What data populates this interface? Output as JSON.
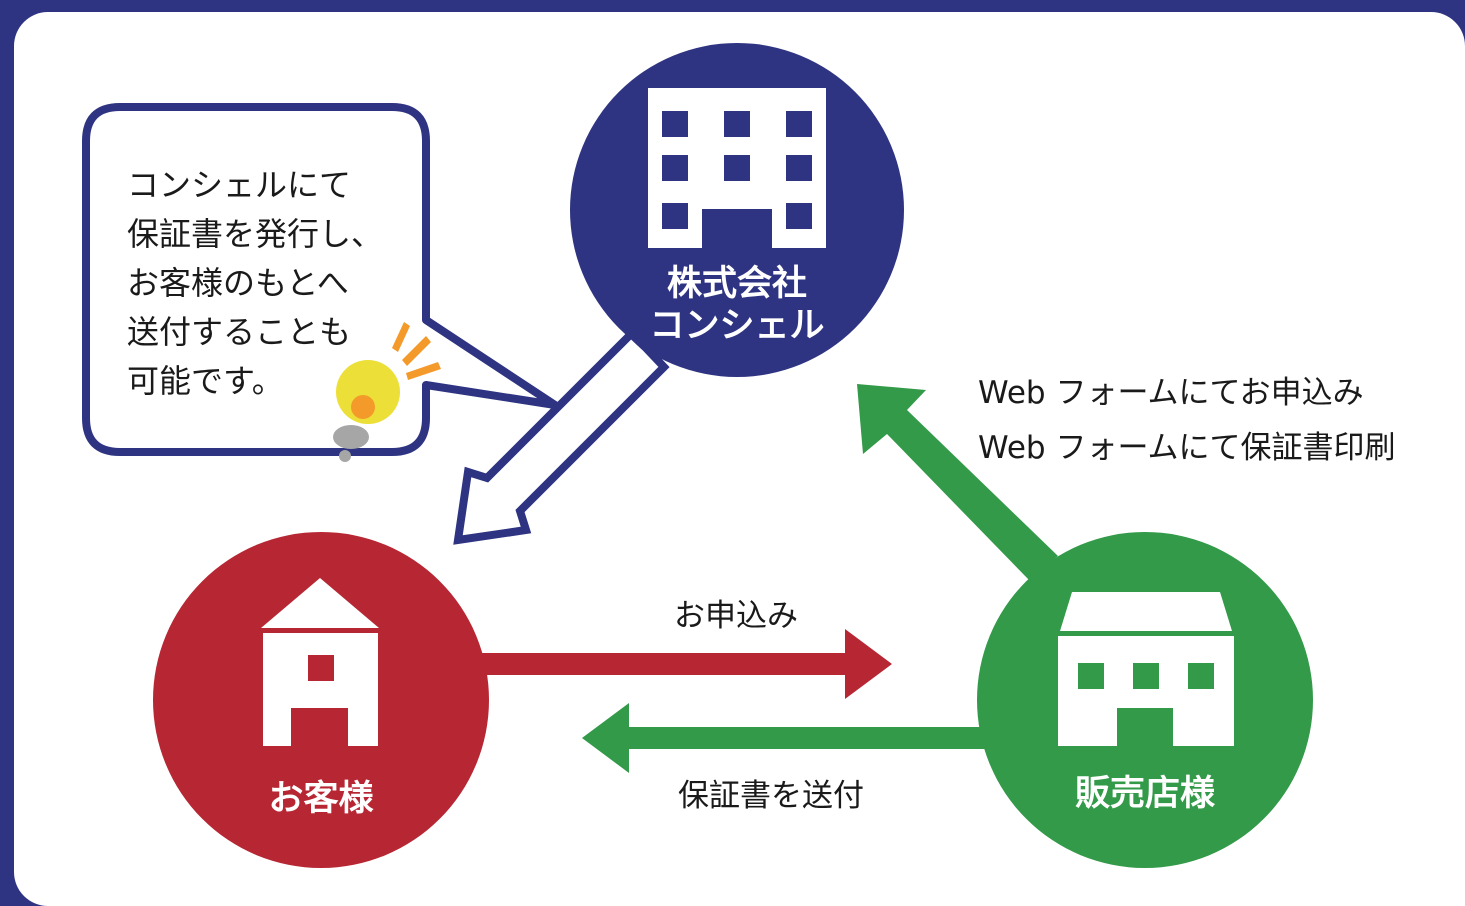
{
  "nodes": {
    "company": {
      "line1": "株式会社",
      "line2": "コンシェル",
      "icon": "office-building-icon",
      "color": "#2e3481"
    },
    "customer": {
      "label": "お客様",
      "icon": "house-icon",
      "color": "#b72633"
    },
    "store": {
      "label": "販売店様",
      "icon": "shop-icon",
      "color": "#339a49"
    }
  },
  "arrows": {
    "apply": {
      "label": "お申込み",
      "color": "#b72633"
    },
    "send_warranty": {
      "label": "保証書を送付",
      "color": "#339a49"
    },
    "web": {
      "line1": "Web フォームにてお申込み",
      "line2": "Web フォームにて保証書印刷",
      "color": "#339a49"
    },
    "company_to_customer": {
      "color": "#2e3481"
    }
  },
  "bubble": {
    "lines": [
      "コンシェルにて",
      "保証書を発行し、",
      "お客様のもとへ",
      "送付することも",
      "可能です。"
    ],
    "icon": "lightbulb-icon"
  }
}
